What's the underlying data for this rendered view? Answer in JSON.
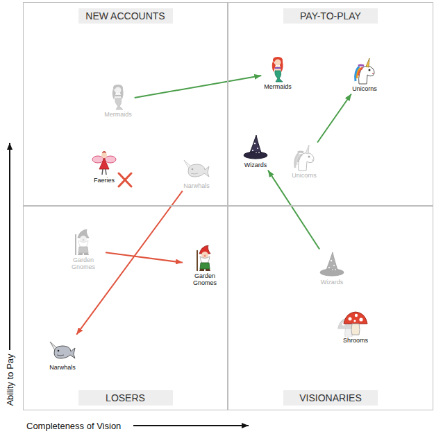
{
  "diagram": {
    "nodes": [
      {
        "text": [
          "NEW ACCOUNTS"
        ]
      },
      {
        "text": [
          "PAY-TO-PLAY"
        ]
      },
      {
        "text": [
          "LOSERS"
        ]
      },
      {
        "text": [
          "VISIONARIES"
        ]
      },
      {
        "text": [
          "Mermaids"
        ],
        "in": 0
      },
      {
        "text": [
          "Faeries"
        ],
        "in": 0
      },
      {
        "text": [
          "Narwhals"
        ],
        "in": 0
      },
      {
        "text": [
          "Mermaids"
        ],
        "in": 1
      },
      {
        "text": [
          "Unicorns"
        ],
        "in": 1
      },
      {
        "text": [
          "Wizards"
        ],
        "in": 1
      },
      {
        "text": [
          "Unicorns"
        ],
        "in": 1
      },
      {
        "text": [
          "Garden Gnomes"
        ],
        "in": 2
      },
      {
        "text": [
          "Garden Gnomes"
        ],
        "in": 2
      },
      {
        "text": [
          "Narwhals"
        ],
        "in": 2
      },
      {
        "text": [
          "Wizards"
        ],
        "in": 3
      },
      {
        "text": [
          "Shrooms"
        ],
        "in": 3
      }
    ],
    "edges": [
      {
        "from": 4,
        "to": 7,
        "arrow": "to"
      },
      {
        "from": 6,
        "to": 13,
        "arrow": "to"
      },
      {
        "from": 11,
        "to": 12,
        "arrow": "to"
      },
      {
        "from": 10,
        "to": 8,
        "arrow": "to"
      },
      {
        "from": 14,
        "to": 9,
        "arrow": "to"
      }
    ],
    "labels": [
      "Ability to Pay",
      "Completeness of Vision"
    ]
  }
}
